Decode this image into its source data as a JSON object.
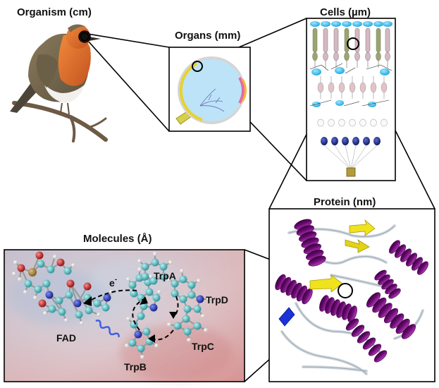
{
  "panels": {
    "organism": {
      "title": "Organism (cm)"
    },
    "organs": {
      "title": "Organs (mm)"
    },
    "cells": {
      "title": "Cells (µm)"
    },
    "protein": {
      "title": "Protein (nm)"
    },
    "molecules": {
      "title": "Molecules (Å)"
    }
  },
  "molecule_labels": {
    "electron": "e",
    "electron_sup": "-",
    "trpA": "TrpA",
    "trpB": "TrpB",
    "trpC": "TrpC",
    "trpD": "TrpD",
    "fad": "FAD"
  },
  "colors": {
    "frame": "#000000",
    "robin_breast": "#d86a2c",
    "eye_fill": "#bde3f8",
    "retina": "#e9d22a",
    "cell_top": "#27b4e6",
    "cell_dark": "#1b2a7a",
    "helix": "#7a1480",
    "sheet": "#f0e21c",
    "atom_carbon": "#3fb0b8",
    "atom_nitrogen": "#1a2fa6",
    "atom_oxygen": "#c21f1f",
    "photon": "#3f5de6"
  }
}
